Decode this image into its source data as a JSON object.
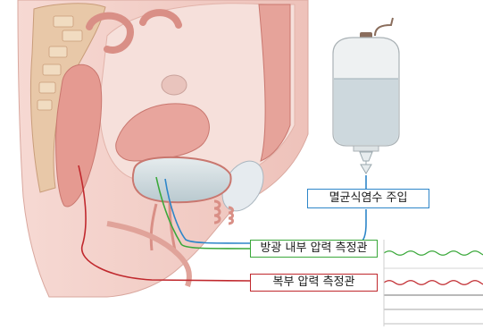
{
  "labels": {
    "saline_infusion": "멸균식염수 주입",
    "bladder_pressure": "방광 내부 압력 측정관",
    "abdominal_pressure": "복부 압력 측정관"
  },
  "colors": {
    "saline_line": "#2e86c9",
    "bladder_line": "#3aa83a",
    "abdominal_line": "#c0282d",
    "skin": "#f2cdc6",
    "tissue": "#e3a59c",
    "background": "#ffffff"
  },
  "icons": {
    "saline_bag": "iv-bag-icon",
    "drip_chamber": "drip-chamber-icon"
  }
}
